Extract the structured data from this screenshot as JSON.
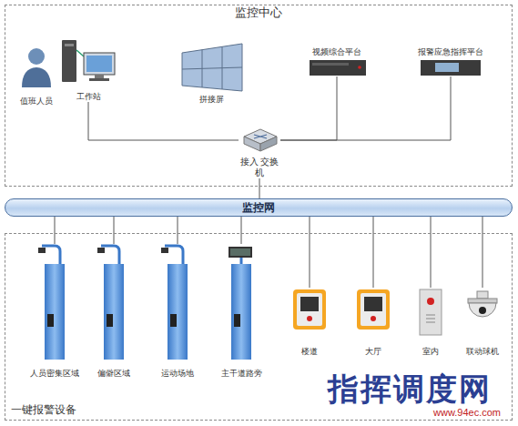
{
  "diagram": {
    "nodes": [
      {
        "text": [
          "监控中心"
        ]
      },
      {
        "text": [
          "值班人员"
        ],
        "in": 0
      },
      {
        "text": [
          "工作站"
        ],
        "in": 0
      },
      {
        "text": [
          "拼接屏"
        ],
        "in": 0
      },
      {
        "text": [
          "视频综合平台"
        ],
        "in": 0
      },
      {
        "text": [
          "报警应急指挥平台"
        ],
        "in": 0
      },
      {
        "text": [
          "接入 交换机"
        ],
        "in": 0
      },
      {
        "text": [
          "监控网"
        ]
      },
      {
        "text": [
          "一键报警设备"
        ]
      },
      {
        "text": [
          "人员密集区域"
        ],
        "in": 8
      },
      {
        "text": [
          "偏僻区域"
        ],
        "in": 8
      },
      {
        "text": [
          "运动场地"
        ],
        "in": 8
      },
      {
        "text": [
          "主干道路旁"
        ],
        "in": 8
      },
      {
        "text": [
          "楼道"
        ],
        "in": 8
      },
      {
        "text": [
          "大厅"
        ],
        "in": 8
      },
      {
        "text": [
          "室内"
        ],
        "in": 8
      },
      {
        "text": [
          "联动球机"
        ],
        "in": 8
      }
    ],
    "edges": [
      {
        "from": 2,
        "to": 6,
        "arrow": "none"
      },
      {
        "from": 4,
        "to": 6,
        "arrow": "none"
      },
      {
        "from": 5,
        "to": 6,
        "arrow": "none"
      },
      {
        "from": 6,
        "to": 7,
        "arrow": "none"
      },
      {
        "from": 7,
        "to": 9,
        "arrow": "none"
      },
      {
        "from": 7,
        "to": 10,
        "arrow": "none"
      },
      {
        "from": 7,
        "to": 11,
        "arrow": "none"
      },
      {
        "from": 7,
        "to": 12,
        "arrow": "none"
      },
      {
        "from": 7,
        "to": 13,
        "arrow": "none"
      },
      {
        "from": 7,
        "to": 14,
        "arrow": "none"
      },
      {
        "from": 7,
        "to": 15,
        "arrow": "none"
      },
      {
        "from": 7,
        "to": 16,
        "arrow": "none"
      }
    ],
    "labels": [
      "指挥调度网",
      "www.94ec.com"
    ]
  }
}
